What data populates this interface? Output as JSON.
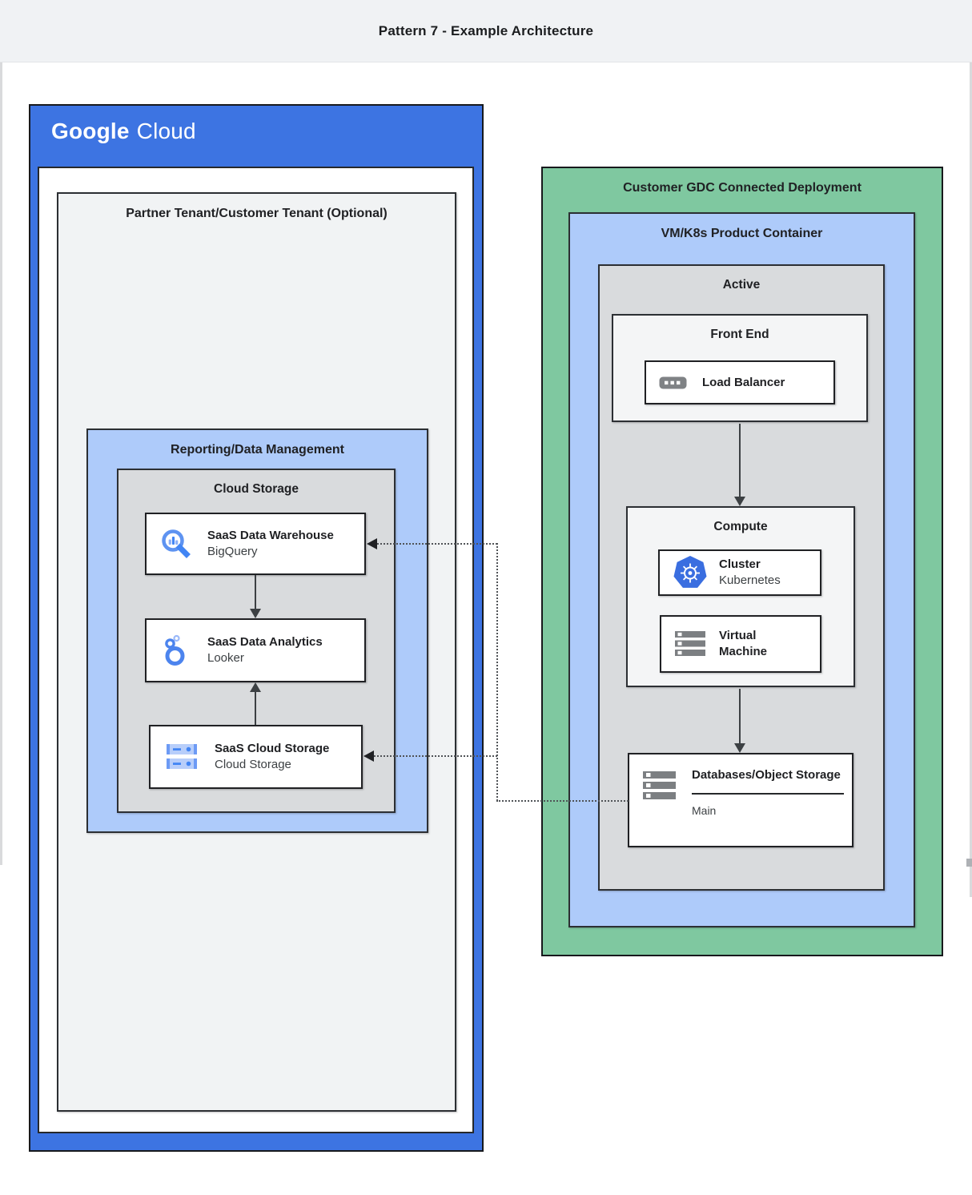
{
  "header": {
    "title": "Pattern 7 - Example Architecture"
  },
  "colors": {
    "google-blue": "#3d74e2",
    "gdc-green": "#7fc8a0",
    "light-blue": "#aecbfa",
    "panel-gray": "#d9dbdd",
    "panel-light": "#f1f3f4"
  },
  "google_cloud": {
    "logo_google": "Google",
    "logo_cloud": "Cloud",
    "partner_tenant_title": "Partner Tenant/Customer Tenant (Optional)",
    "reporting_title": "Reporting/Data Management",
    "cloud_storage_title": "Cloud Storage",
    "cards": [
      {
        "title": "SaaS Data Warehouse",
        "subtitle": "BigQuery",
        "icon": "bigquery-icon"
      },
      {
        "title": "SaaS Data Analytics",
        "subtitle": "Looker",
        "icon": "looker-icon"
      },
      {
        "title": "SaaS Cloud Storage",
        "subtitle": "Cloud Storage",
        "icon": "cloud-storage-icon"
      }
    ]
  },
  "gdc": {
    "title": "Customer GDC Connected Deployment",
    "vmk8s_title": "VM/K8s Product Container",
    "active_title": "Active",
    "front_end_title": "Front End",
    "load_balancer_label": "Load Balancer",
    "compute_title": "Compute",
    "cluster": {
      "title": "Cluster",
      "subtitle": "Kubernetes",
      "icon": "kubernetes-icon"
    },
    "virtual_machine_label": "Virtual Machine",
    "database": {
      "title": "Databases/Object Storage",
      "footer": "Main",
      "icon": "server-stack-icon"
    }
  }
}
